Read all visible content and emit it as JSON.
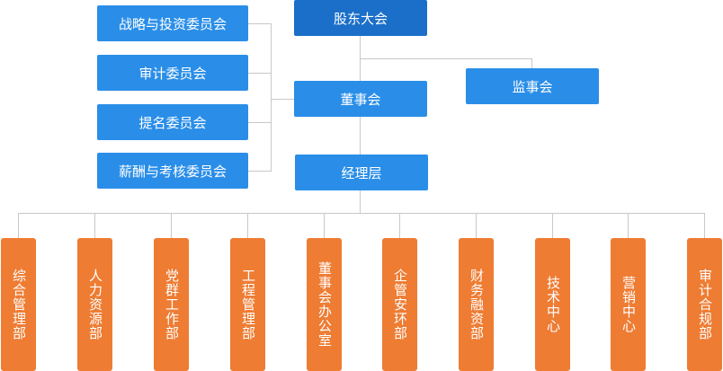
{
  "nodes": {
    "shareholders": "股东大会",
    "board": "董事会",
    "supervisors": "监事会",
    "management": "经理层"
  },
  "committees": [
    "战略与投资委员会",
    "审计委员会",
    "提名委员会",
    "薪酬与考核委员会"
  ],
  "departments": [
    "综合管理部",
    "人力资源部",
    "党群工作部",
    "工程管理部",
    "董事会办公室",
    "企管安环部",
    "财务融资部",
    "技术中心",
    "营销中心",
    "审计合规部"
  ],
  "colors": {
    "top": "#1b6fc8",
    "blue": "#2a8ee8",
    "orange": "#ee7c33",
    "line": "#cccccc"
  }
}
